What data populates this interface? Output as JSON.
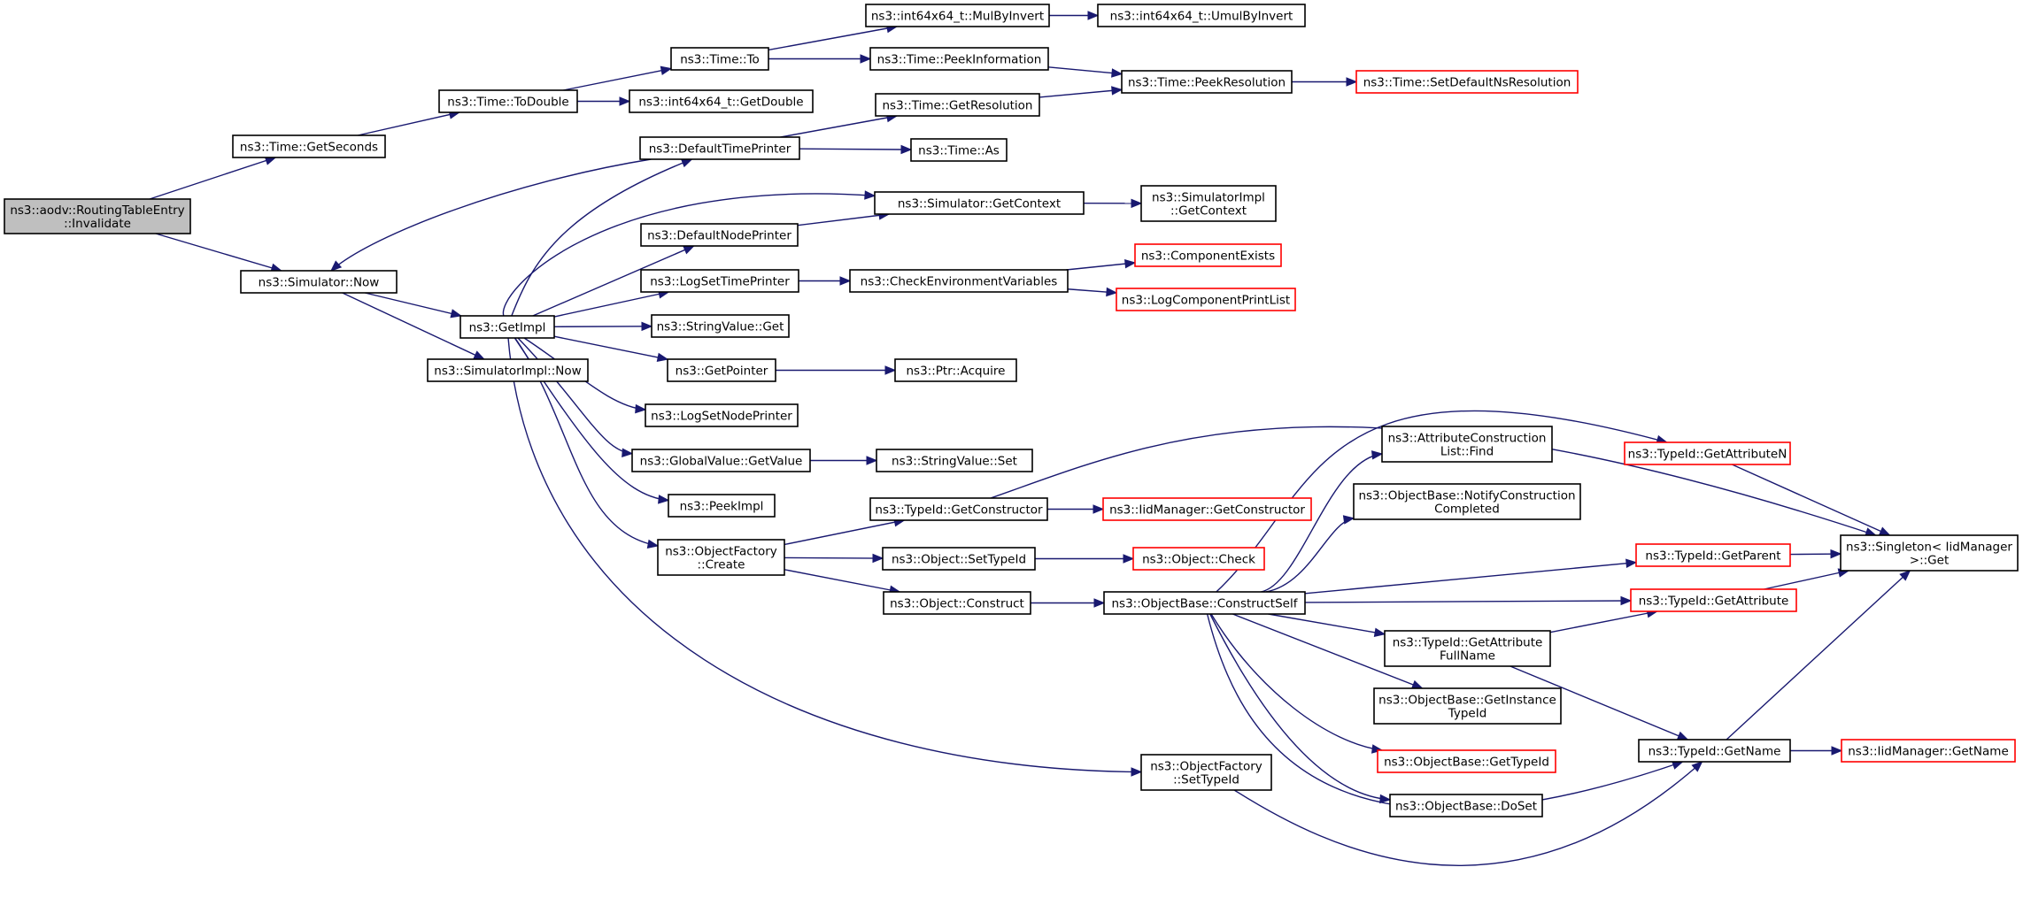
{
  "nodes": [
    {
      "id": "n0",
      "lines": [
        "ns3::aodv::RoutingTableEntry",
        "::Invalidate"
      ],
      "style": "root"
    },
    {
      "id": "n1",
      "lines": [
        "ns3::Time::GetSeconds"
      ],
      "style": "normal"
    },
    {
      "id": "n2",
      "lines": [
        "ns3::Simulator::Now"
      ],
      "style": "normal"
    },
    {
      "id": "n3",
      "lines": [
        "ns3::Time::ToDouble"
      ],
      "style": "normal"
    },
    {
      "id": "n4",
      "lines": [
        "ns3::Time::To"
      ],
      "style": "normal"
    },
    {
      "id": "n5",
      "lines": [
        "ns3::int64x64_t::GetDouble"
      ],
      "style": "normal"
    },
    {
      "id": "n6",
      "lines": [
        "ns3::int64x64_t::MulByInvert"
      ],
      "style": "normal"
    },
    {
      "id": "n7",
      "lines": [
        "ns3::int64x64_t::UmulByInvert"
      ],
      "style": "normal"
    },
    {
      "id": "n8",
      "lines": [
        "ns3::Time::PeekInformation"
      ],
      "style": "normal"
    },
    {
      "id": "n9",
      "lines": [
        "ns3::Time::PeekResolution"
      ],
      "style": "normal"
    },
    {
      "id": "n10",
      "lines": [
        "ns3::Time::SetDefaultNsResolution"
      ],
      "style": "truncated"
    },
    {
      "id": "n11",
      "lines": [
        "ns3::Time::GetResolution"
      ],
      "style": "normal"
    },
    {
      "id": "n12",
      "lines": [
        "ns3::DefaultTimePrinter"
      ],
      "style": "normal"
    },
    {
      "id": "n13",
      "lines": [
        "ns3::Time::As"
      ],
      "style": "normal"
    },
    {
      "id": "n14",
      "lines": [
        "ns3::Simulator::GetContext"
      ],
      "style": "normal"
    },
    {
      "id": "n15",
      "lines": [
        "ns3::SimulatorImpl",
        "::GetContext"
      ],
      "style": "normal"
    },
    {
      "id": "n16",
      "lines": [
        "ns3::DefaultNodePrinter"
      ],
      "style": "normal"
    },
    {
      "id": "n17",
      "lines": [
        "ns3::GetImpl"
      ],
      "style": "normal"
    },
    {
      "id": "n18",
      "lines": [
        "ns3::SimulatorImpl::Now"
      ],
      "style": "normal"
    },
    {
      "id": "n19",
      "lines": [
        "ns3::LogSetTimePrinter"
      ],
      "style": "normal"
    },
    {
      "id": "n20",
      "lines": [
        "ns3::CheckEnvironmentVariables"
      ],
      "style": "normal"
    },
    {
      "id": "n21",
      "lines": [
        "ns3::ComponentExists"
      ],
      "style": "truncated"
    },
    {
      "id": "n22",
      "lines": [
        "ns3::LogComponentPrintList"
      ],
      "style": "truncated"
    },
    {
      "id": "n23",
      "lines": [
        "ns3::StringValue::Get"
      ],
      "style": "normal"
    },
    {
      "id": "n24",
      "lines": [
        "ns3::GetPointer"
      ],
      "style": "normal"
    },
    {
      "id": "n25",
      "lines": [
        "ns3::Ptr::Acquire"
      ],
      "style": "normal"
    },
    {
      "id": "n26",
      "lines": [
        "ns3::LogSetNodePrinter"
      ],
      "style": "normal"
    },
    {
      "id": "n27",
      "lines": [
        "ns3::GlobalValue::GetValue"
      ],
      "style": "normal"
    },
    {
      "id": "n28",
      "lines": [
        "ns3::StringValue::Set"
      ],
      "style": "normal"
    },
    {
      "id": "n29",
      "lines": [
        "ns3::PeekImpl"
      ],
      "style": "normal"
    },
    {
      "id": "n30",
      "lines": [
        "ns3::ObjectFactory",
        "::Create"
      ],
      "style": "normal"
    },
    {
      "id": "n31",
      "lines": [
        "ns3::TypeId::GetConstructor"
      ],
      "style": "normal"
    },
    {
      "id": "n32",
      "lines": [
        "ns3::IidManager::GetConstructor"
      ],
      "style": "truncated"
    },
    {
      "id": "n33",
      "lines": [
        "ns3::Object::SetTypeId"
      ],
      "style": "normal"
    },
    {
      "id": "n34",
      "lines": [
        "ns3::Object::Check"
      ],
      "style": "truncated"
    },
    {
      "id": "n35",
      "lines": [
        "ns3::Object::Construct"
      ],
      "style": "normal"
    },
    {
      "id": "n36",
      "lines": [
        "ns3::ObjectBase::ConstructSelf"
      ],
      "style": "normal"
    },
    {
      "id": "n37",
      "lines": [
        "ns3::AttributeConstruction",
        "List::Find"
      ],
      "style": "normal"
    },
    {
      "id": "n38",
      "lines": [
        "ns3::ObjectBase::NotifyConstruction",
        "Completed"
      ],
      "style": "normal"
    },
    {
      "id": "n39",
      "lines": [
        "ns3::TypeId::GetAttributeN"
      ],
      "style": "truncated"
    },
    {
      "id": "n40",
      "lines": [
        "ns3::TypeId::GetParent"
      ],
      "style": "truncated"
    },
    {
      "id": "n41",
      "lines": [
        "ns3::TypeId::GetAttribute"
      ],
      "style": "truncated"
    },
    {
      "id": "n42",
      "lines": [
        "ns3::Singleton< IidManager",
        ">::Get"
      ],
      "style": "normal"
    },
    {
      "id": "n43",
      "lines": [
        "ns3::TypeId::GetAttribute",
        "FullName"
      ],
      "style": "normal"
    },
    {
      "id": "n44",
      "lines": [
        "ns3::ObjectBase::GetInstance",
        "TypeId"
      ],
      "style": "normal"
    },
    {
      "id": "n45",
      "lines": [
        "ns3::ObjectBase::GetTypeId"
      ],
      "style": "truncated"
    },
    {
      "id": "n46",
      "lines": [
        "ns3::ObjectBase::DoSet"
      ],
      "style": "normal"
    },
    {
      "id": "n47",
      "lines": [
        "ns3::TypeId::GetName"
      ],
      "style": "normal"
    },
    {
      "id": "n48",
      "lines": [
        "ns3::IidManager::GetName"
      ],
      "style": "truncated"
    },
    {
      "id": "n49",
      "lines": [
        "ns3::ObjectFactory",
        "::SetTypeId"
      ],
      "style": "normal"
    }
  ],
  "edges": [
    [
      "n0",
      "n1"
    ],
    [
      "n0",
      "n2"
    ],
    [
      "n1",
      "n3"
    ],
    [
      "n3",
      "n4"
    ],
    [
      "n3",
      "n5"
    ],
    [
      "n4",
      "n6"
    ],
    [
      "n4",
      "n8"
    ],
    [
      "n6",
      "n7"
    ],
    [
      "n8",
      "n9"
    ],
    [
      "n9",
      "n10"
    ],
    [
      "n11",
      "n9"
    ],
    [
      "n12",
      "n11"
    ],
    [
      "n12",
      "n13"
    ],
    [
      "n12",
      "n2"
    ],
    [
      "n14",
      "n15"
    ],
    [
      "n16",
      "n14"
    ],
    [
      "n2",
      "n17"
    ],
    [
      "n2",
      "n18"
    ],
    [
      "n17",
      "n12"
    ],
    [
      "n17",
      "n14"
    ],
    [
      "n17",
      "n16"
    ],
    [
      "n17",
      "n19"
    ],
    [
      "n17",
      "n23"
    ],
    [
      "n17",
      "n24"
    ],
    [
      "n17",
      "n26"
    ],
    [
      "n17",
      "n27"
    ],
    [
      "n17",
      "n29"
    ],
    [
      "n17",
      "n30"
    ],
    [
      "n17",
      "n49"
    ],
    [
      "n19",
      "n20"
    ],
    [
      "n20",
      "n21"
    ],
    [
      "n20",
      "n22"
    ],
    [
      "n24",
      "n25"
    ],
    [
      "n27",
      "n28"
    ],
    [
      "n30",
      "n31"
    ],
    [
      "n30",
      "n33"
    ],
    [
      "n30",
      "n35"
    ],
    [
      "n31",
      "n32"
    ],
    [
      "n31",
      "n42"
    ],
    [
      "n33",
      "n34"
    ],
    [
      "n35",
      "n36"
    ],
    [
      "n36",
      "n37"
    ],
    [
      "n36",
      "n38"
    ],
    [
      "n36",
      "n39"
    ],
    [
      "n36",
      "n40"
    ],
    [
      "n36",
      "n41"
    ],
    [
      "n36",
      "n43"
    ],
    [
      "n36",
      "n44"
    ],
    [
      "n36",
      "n45"
    ],
    [
      "n36",
      "n46"
    ],
    [
      "n36",
      "n47"
    ],
    [
      "n39",
      "n42"
    ],
    [
      "n40",
      "n42"
    ],
    [
      "n41",
      "n42"
    ],
    [
      "n43",
      "n41"
    ],
    [
      "n43",
      "n47"
    ],
    [
      "n47",
      "n42"
    ],
    [
      "n47",
      "n48"
    ],
    [
      "n49",
      "n47"
    ]
  ],
  "colors": {
    "edge": "#191970",
    "node_border": "#000000",
    "truncated_border": "#ff0000",
    "root_fill": "#bfbfbf"
  }
}
